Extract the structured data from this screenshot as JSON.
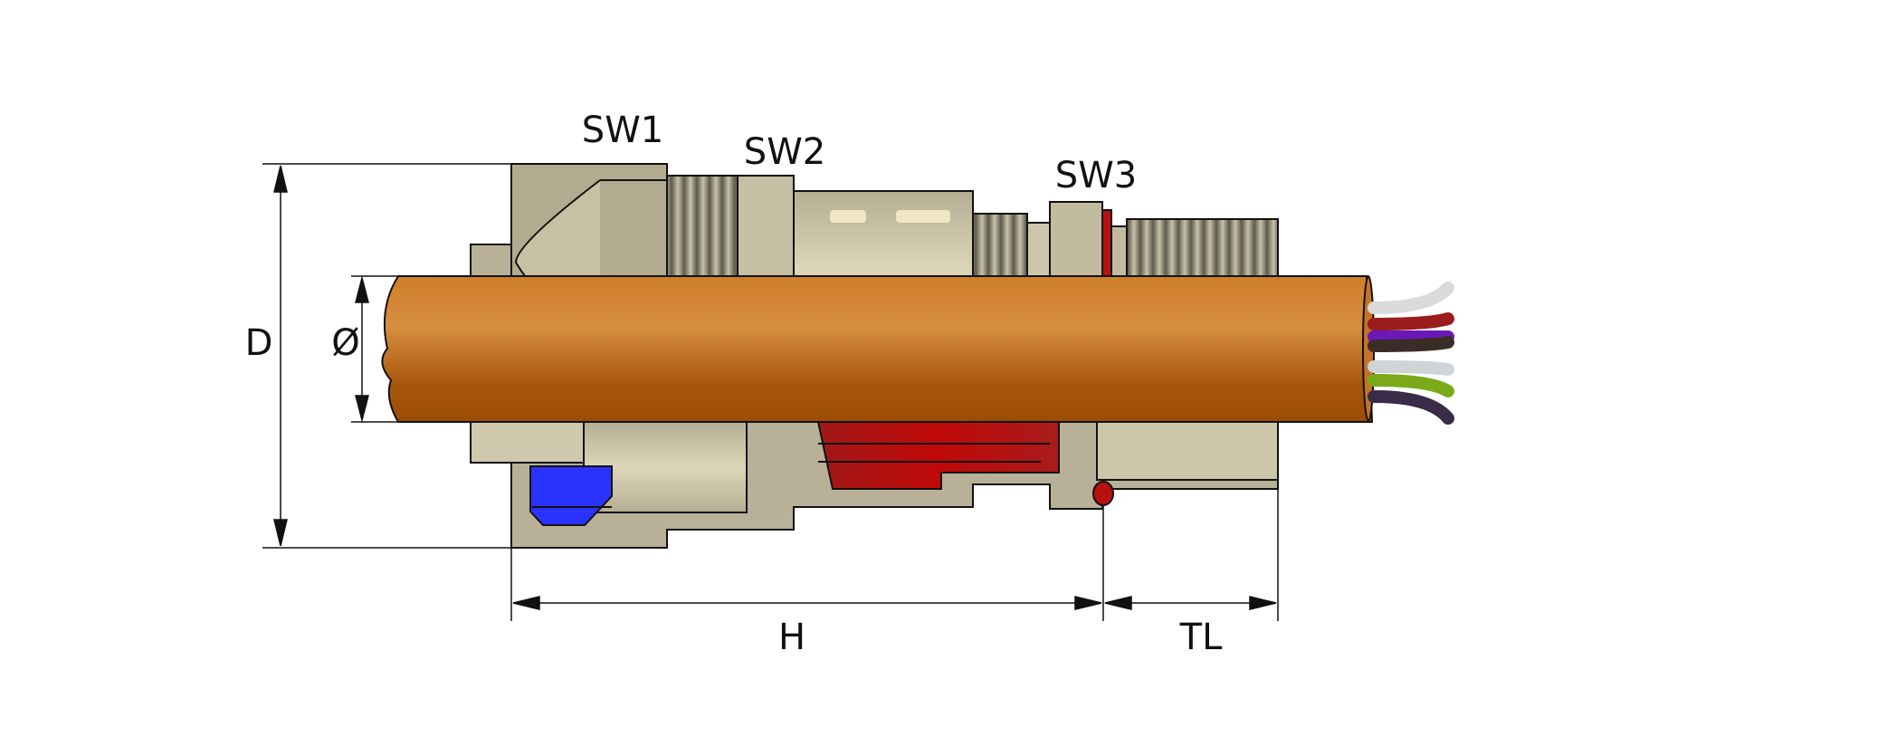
{
  "title": "Cable gland cross-section dimension drawing",
  "labels": {
    "sw1": "SW1",
    "sw2": "SW2",
    "sw3": "SW3",
    "d": "D",
    "diameter": "Ø",
    "h": "H",
    "tl": "TL"
  },
  "colors": {
    "metal": "#b8b197",
    "metal_light": "#e2dcbf",
    "cable_top": "#d48a3a",
    "cable_bottom": "#9c4c04",
    "seal_red": "#b81010",
    "seal_blue": "#2a33ff",
    "line": "#111111"
  }
}
